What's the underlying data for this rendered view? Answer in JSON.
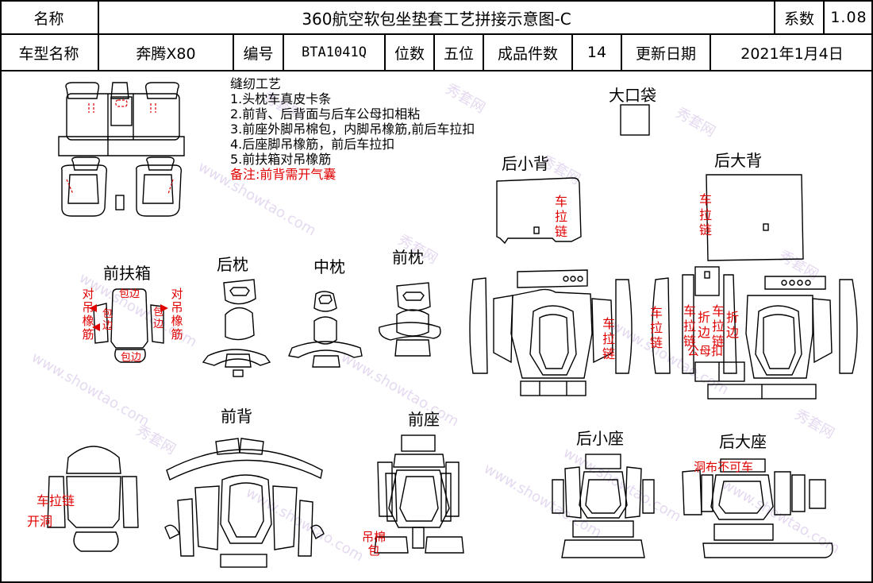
{
  "header": {
    "name_label": "名称",
    "title": "360航空软包坐垫套工艺拼接示意图-C",
    "coef_label": "系数",
    "coef_value": "1.08",
    "model_label": "车型名称",
    "model_value": "奔腾X80",
    "code_label": "编号",
    "code_value": "BTA1041Q",
    "seats_label": "位数",
    "seats_value": "五位",
    "pieces_label": "成品件数",
    "pieces_value": "14",
    "date_label": "更新日期",
    "date_value": "2021年1月4日"
  },
  "notes": {
    "title": "缝纫工艺",
    "items": [
      "1.头枕车真皮卡条",
      "2.前背、后背面与后车公母扣相粘",
      "3.前座外脚吊棉包，内脚吊橡筋,前后车拉扣",
      "4.后座脚吊橡筋，前后车拉扣",
      "5.前扶箱对吊橡筋"
    ],
    "remark": "备注:前背需开气囊"
  },
  "sections": {
    "big_pocket": "大口袋",
    "rear_small_back": "后小背",
    "rear_big_back": "后大背",
    "front_armrest": "前扶箱",
    "rear_pillow": "后枕",
    "mid_pillow": "中枕",
    "front_pillow": "前枕",
    "front_back": "前背",
    "front_seat": "前座",
    "rear_small_seat": "后小座",
    "rear_big_seat": "后大座"
  },
  "annotations": {
    "zipper": "车拉链",
    "fold_edge": "折边",
    "snap": "公母扣",
    "hang_elastic": "对吊橡筋",
    "binding": "包边",
    "open_hole": "开洞",
    "hang_cotton": "吊棉包",
    "hole_no_seam": "洞布不可车"
  },
  "watermark": {
    "site": "www.showtao.com",
    "brand": "秀套网"
  }
}
